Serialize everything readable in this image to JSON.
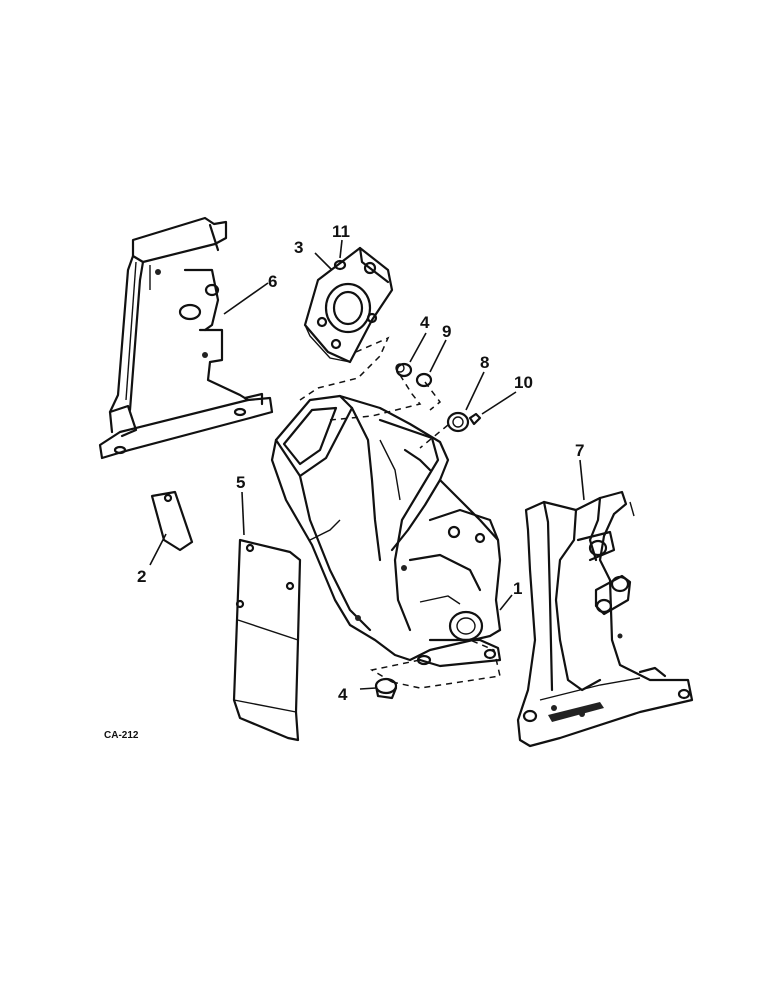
{
  "diagram_code": "CA-212",
  "callouts": {
    "c1": "1",
    "c2": "2",
    "c3": "3",
    "c4a": "4",
    "c4b": "4",
    "c5": "5",
    "c6": "6",
    "c7": "7",
    "c8": "8",
    "c9": "9",
    "c10": "10",
    "c11": "11"
  }
}
